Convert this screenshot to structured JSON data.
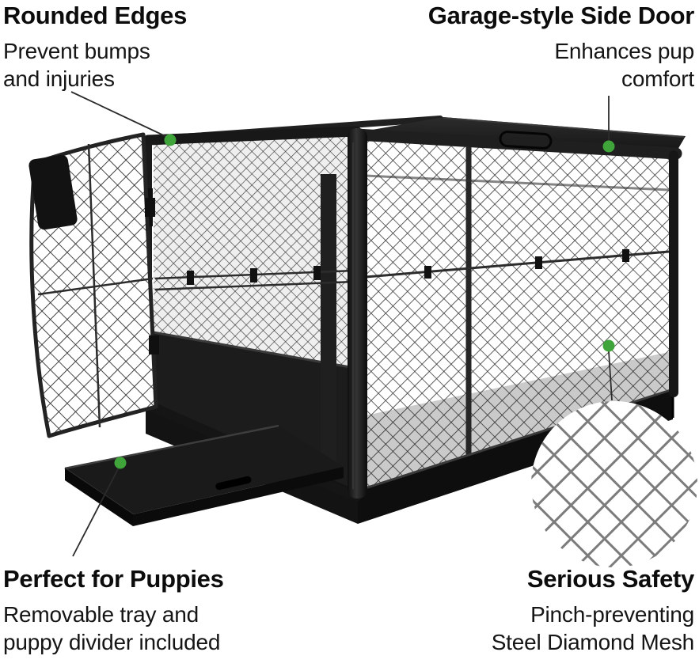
{
  "colors": {
    "background": "#ffffff",
    "marker_green": "#3fa53a",
    "text_dark": "#0c0c0c",
    "crate_black": "#141414"
  },
  "callouts": {
    "top_left": {
      "title": "Rounded Edges",
      "lines": [
        "Prevent bumps",
        "and injuries"
      ]
    },
    "top_right": {
      "title": "Garage-style Side Door",
      "lines": [
        "Enhances pup",
        "comfort"
      ]
    },
    "bottom_left": {
      "title": "Perfect for Puppies",
      "lines": [
        "Removable tray and",
        "puppy divider included"
      ]
    },
    "bottom_right": {
      "title": "Serious Safety",
      "lines": [
        "Pinch-preventing",
        "Steel Diamond Mesh"
      ]
    }
  }
}
